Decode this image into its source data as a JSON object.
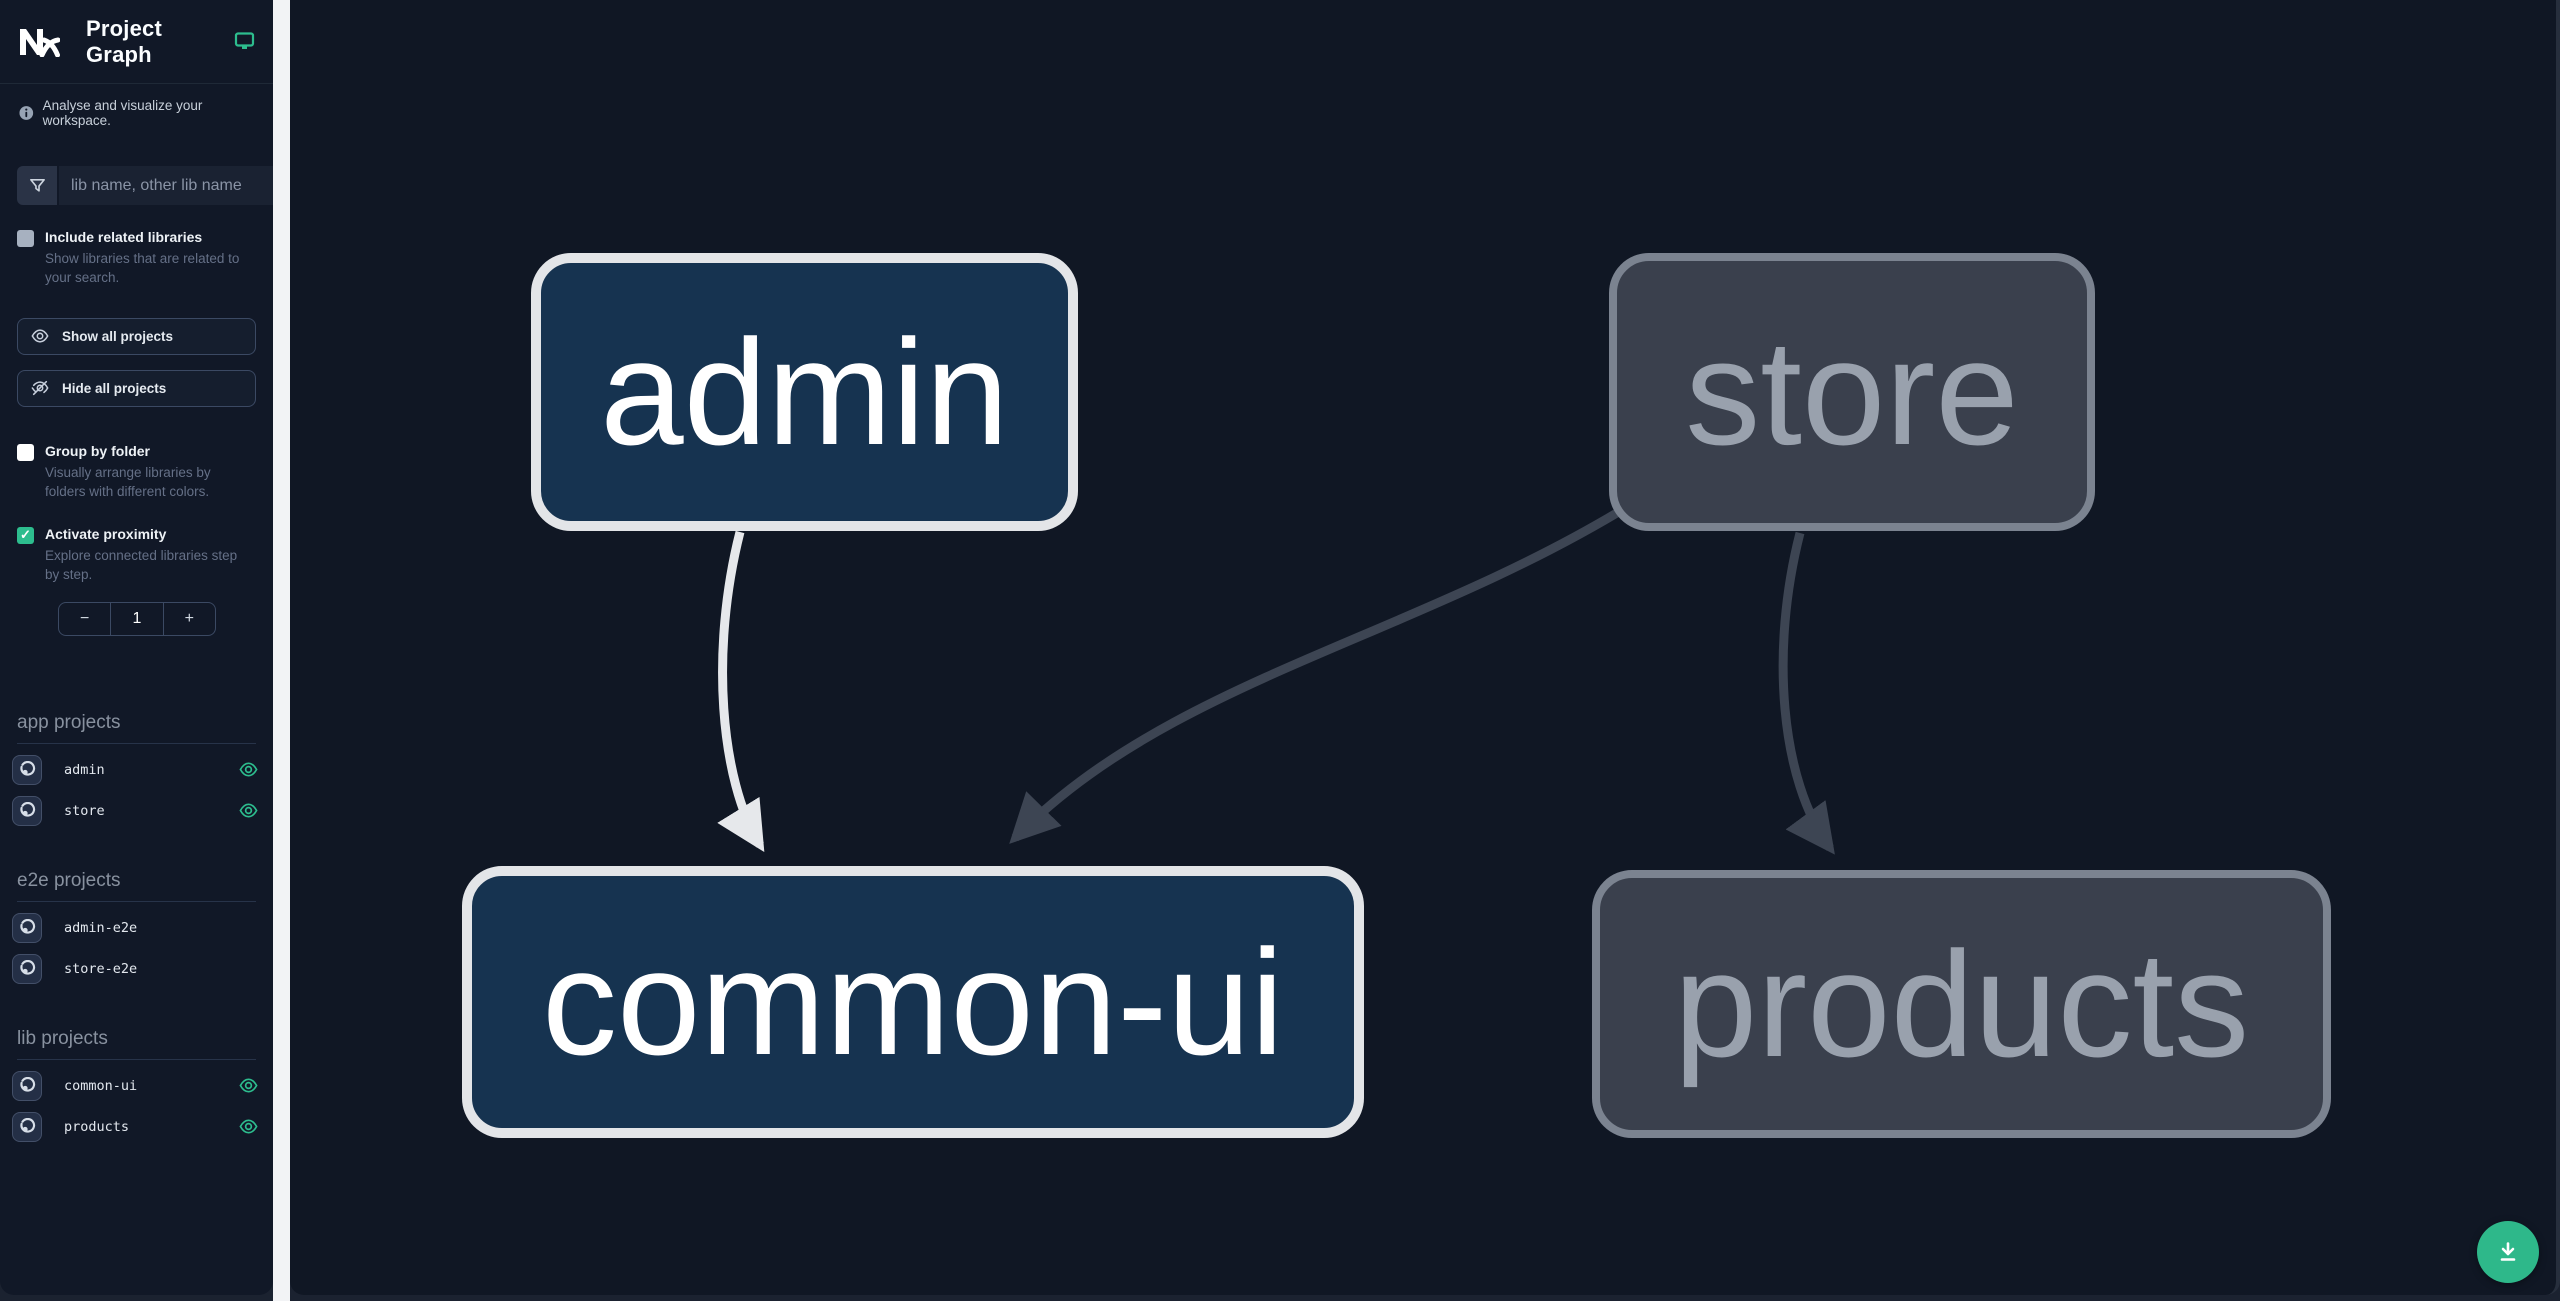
{
  "header": {
    "title": "Project Graph"
  },
  "sidebar": {
    "tagline": "Analyse and visualize your workspace.",
    "search": {
      "placeholder": "lib name, other lib name",
      "value": ""
    },
    "include_related": {
      "label": "Include related libraries",
      "description": "Show libraries that are related to your search.",
      "checked": false
    },
    "buttons": {
      "show_all": "Show all projects",
      "hide_all": "Hide all projects"
    },
    "group_by_folder": {
      "label": "Group by folder",
      "description": "Visually arrange libraries by folders with different colors.",
      "checked": false
    },
    "activate_proximity": {
      "label": "Activate proximity",
      "description": "Explore connected libraries step by step.",
      "checked": true,
      "stepper": {
        "decrement": "−",
        "value": "1",
        "increment": "+"
      },
      "check_glyph": "✓"
    },
    "sections": [
      {
        "title": "app projects",
        "projects": [
          {
            "name": "admin",
            "visible": true
          },
          {
            "name": "store",
            "visible": true
          }
        ]
      },
      {
        "title": "e2e projects",
        "projects": [
          {
            "name": "admin-e2e",
            "visible": false
          },
          {
            "name": "store-e2e",
            "visible": false
          }
        ]
      },
      {
        "title": "lib projects",
        "projects": [
          {
            "name": "common-ui",
            "visible": true
          },
          {
            "name": "products",
            "visible": true
          }
        ]
      }
    ]
  },
  "graph": {
    "nodes": [
      {
        "label": "admin",
        "type": "app",
        "state": "focused"
      },
      {
        "label": "store",
        "type": "app",
        "state": "unfocused"
      },
      {
        "label": "common-ui",
        "type": "lib",
        "state": "focused"
      },
      {
        "label": "products",
        "type": "lib",
        "state": "unfocused"
      }
    ],
    "edges": [
      {
        "from": "admin",
        "to": "common-ui",
        "style": "highlighted"
      },
      {
        "from": "store",
        "to": "common-ui",
        "style": "dimmed"
      },
      {
        "from": "store",
        "to": "products",
        "style": "dimmed"
      }
    ]
  },
  "colors": {
    "accent_teal": "#2dbd8e",
    "node_focused_fill": "#163350",
    "node_focused_border": "#e3e5e8",
    "node_unfocused_fill": "#3a404d",
    "node_unfocused_border": "#7b8390",
    "edge_highlighted": "#e6e8eb",
    "edge_dimmed": "#3d4553",
    "sidebar_bg": "#111827",
    "canvas_bg": "#101724"
  }
}
